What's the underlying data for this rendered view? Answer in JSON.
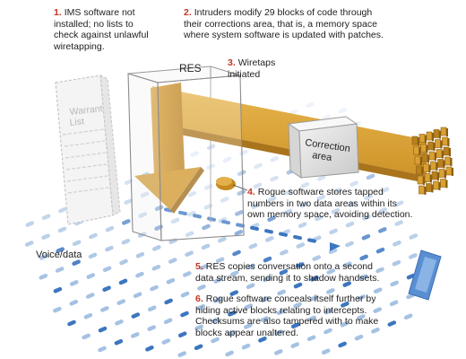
{
  "labels": {
    "res_box": "RES",
    "warrant_line1": "Warrant",
    "warrant_line2": "List",
    "correction_line1": "Correction",
    "correction_line2": "area",
    "voice_data": "Voice/data"
  },
  "steps": [
    {
      "num": "1.",
      "lines": [
        "IMS software not",
        "installed; no lists to",
        "check against unlawful",
        "wiretapping."
      ]
    },
    {
      "num": "2.",
      "lines": [
        "Intruders modify 29 blocks of code through",
        "their corrections area, that is, a memory space",
        "where system software is updated with patches."
      ]
    },
    {
      "num": "3.",
      "lines": [
        "Wiretaps",
        "initiated"
      ]
    },
    {
      "num": "4.",
      "lines": [
        "Rogue software stores tapped",
        "numbers in two data areas within its",
        "own memory space, avoiding detection."
      ]
    },
    {
      "num": "5.",
      "lines": [
        "RES copies conversation onto a second",
        "data stream, sending it to shadow handsets."
      ]
    },
    {
      "num": "6.",
      "lines": [
        "Rogue software conceals itself further by",
        "hiding active blocks relating to intercepts.",
        "Checksums are also tampered with to make",
        "blocks appear unaltered."
      ]
    }
  ],
  "colors": {
    "accent_number": "#c8321e",
    "gold_stream": "#d9a032",
    "gold_dark": "#b8801e",
    "data_dot": "#8fb2dc",
    "data_dot_dark": "#3d76c0",
    "handset": "#5a8ed2"
  },
  "icons": [
    "handset-icon",
    "rogue-software-icon",
    "code-block-icon"
  ]
}
